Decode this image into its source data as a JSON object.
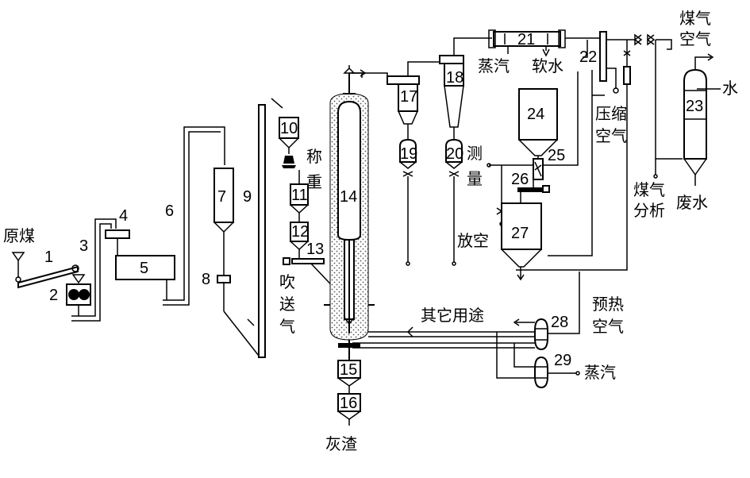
{
  "numbers": [
    "1",
    "2",
    "3",
    "4",
    "5",
    "6",
    "7",
    "8",
    "9",
    "10",
    "11",
    "12",
    "13",
    "14",
    "15",
    "16",
    "17",
    "18",
    "19",
    "20",
    "21",
    "22",
    "23",
    "24",
    "25",
    "26",
    "27",
    "28",
    "29"
  ],
  "labels": {
    "raw_coal": "原煤",
    "weigh_1": "称",
    "weigh_2": "重",
    "blow_1": "吹",
    "blow_2": "送",
    "blow_3": "气",
    "measure_1": "测",
    "measure_2": "量",
    "vent": "放空",
    "steam_top": "蒸汽",
    "soft_water": "软水",
    "comp_air_1": "压缩",
    "comp_air_2": "空气",
    "gas_top_1": "煤气",
    "gas_top_2": "空气",
    "water": "水",
    "gas_analysis_1": "煤气",
    "gas_analysis_2": "分析",
    "waste_water": "废水",
    "other_use": "其它用途",
    "preheat_1": "预热",
    "preheat_2": "空气",
    "steam_bottom": "蒸汽",
    "ash": "灰渣"
  },
  "colors": {
    "line": "#000000",
    "background": "#ffffff"
  }
}
